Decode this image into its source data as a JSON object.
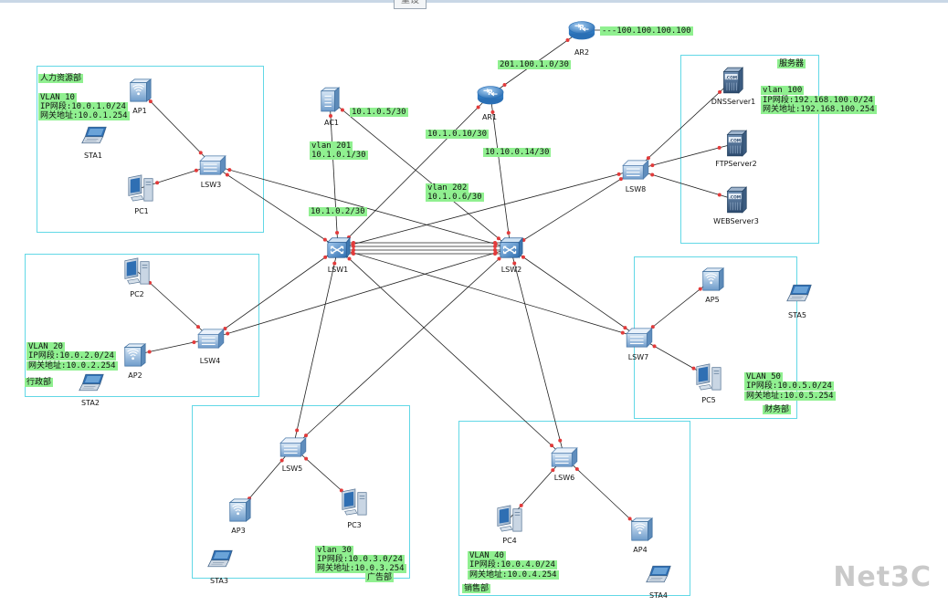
{
  "toolbar": {
    "tab_label": "重设"
  },
  "watermark": "Net3C",
  "zones": {
    "hr": {
      "title": "人力资源部",
      "vlan": "VLAN 10",
      "ip": "IP网段:10.0.1.0/24",
      "gw": "网关地址:10.0.1.254"
    },
    "admin": {
      "title": "行政部",
      "vlan": "VLAN 20",
      "ip": "IP网段:10.0.2.0/24",
      "gw": "网关地址:10.0.2.254"
    },
    "zone3": {
      "title": "广告部",
      "vlan": "vlan 30",
      "ip": "IP网段:10.0.3.0/24",
      "gw": "网关地址:10.0.3.254"
    },
    "sales": {
      "title": "销售部",
      "vlan": "VLAN 40",
      "ip": "IP网段:10.0.4.0/24",
      "gw": "网关地址:10.0.4.254"
    },
    "finance": {
      "title": "财务部",
      "vlan": "VLAN 50",
      "ip": "IP网段:10.0.5.0/24",
      "gw": "网关地址:10.0.5.254"
    },
    "server": {
      "title": "服务器",
      "vlan": "vlan 100",
      "ip": "IP网段:192.168.100.0/24",
      "gw": "网关地址:192.168.100.254"
    }
  },
  "links": {
    "ar2_ext": "---100.100.100.100",
    "ar2_ar1": "201.100.1.0/30",
    "ac1": "10.1.0.5/30",
    "ar1_lsw1": "10.1.0.10/30",
    "ar1_lsw2": "10.10.0.14/30",
    "vlan201": "vlan 201",
    "vlan201_ip": "10.1.0.1/30",
    "vlan202": "vlan 202",
    "vlan202_ip": "10.1.0.6/30",
    "lsw1_ac": "10.1.0.2/30"
  },
  "devices": {
    "AR2": "AR2",
    "AR1": "AR1",
    "AC1": "AC1",
    "LSW1": "LSW1",
    "LSW2": "LSW2",
    "LSW3": "LSW3",
    "LSW4": "LSW4",
    "LSW5": "LSW5",
    "LSW6": "LSW6",
    "LSW7": "LSW7",
    "LSW8": "LSW8",
    "AP1": "AP1",
    "AP2": "AP2",
    "AP3": "AP3",
    "AP4": "AP4",
    "AP5": "AP5",
    "PC1": "PC1",
    "PC2": "PC2",
    "PC3": "PC3",
    "PC4": "PC4",
    "PC5": "PC5",
    "STA1": "STA1",
    "STA2": "STA2",
    "STA3": "STA3",
    "STA4": "STA4",
    "STA5": "STA5",
    "DNS": "DNSServer1",
    "FTP": "FTPServer2",
    "WEB": "WEBServer3"
  },
  "icon_names": {
    "router": "router-icon",
    "switch": "switch-icon",
    "ac": "access-controller-icon",
    "ap": "access-point-icon",
    "pc": "pc-icon",
    "sta": "laptop-icon",
    "server": "server-icon"
  },
  "colors": {
    "zone_border": "#62d8e6",
    "label_bg": "#90f090",
    "link": "#222222",
    "port_dot": "#e23b3b",
    "device": "#3f86c8"
  }
}
